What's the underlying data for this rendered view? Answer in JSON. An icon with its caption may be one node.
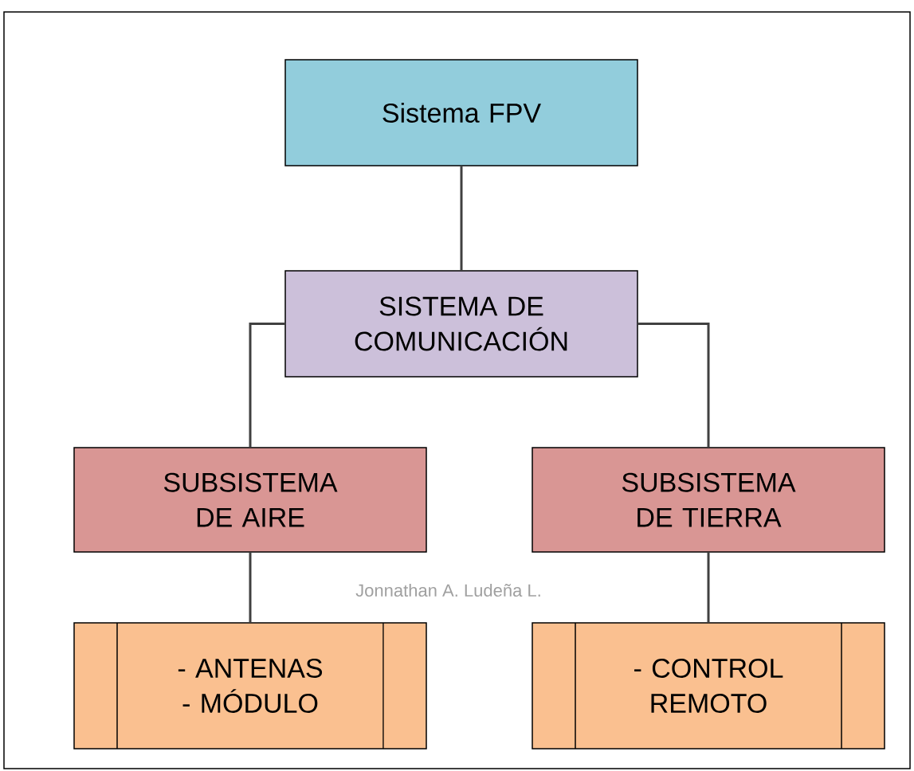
{
  "diagram": {
    "nodes": [
      {
        "text": [
          "Sistema FPV"
        ]
      },
      {
        "text": [
          "SISTEMA DE COMUNICACIÓN"
        ]
      },
      {
        "text": [
          "SUBSISTEMA DE AIRE"
        ]
      },
      {
        "text": [
          "SUBSISTEMA DE TIERRA"
        ]
      },
      {
        "text": [
          "- ANTENAS",
          "- MÓDULO"
        ]
      },
      {
        "text": [
          "- CONTROL REMOTO"
        ]
      }
    ],
    "edges": [
      {
        "from": 0,
        "to": 1,
        "arrow": "none"
      },
      {
        "from": 1,
        "to": 2,
        "arrow": "none"
      },
      {
        "from": 1,
        "to": 3,
        "arrow": "none"
      },
      {
        "from": 2,
        "to": 4,
        "arrow": "none"
      },
      {
        "from": 3,
        "to": 5,
        "arrow": "none"
      }
    ],
    "labels": [
      "Jonnathan A. Ludeña L."
    ]
  }
}
